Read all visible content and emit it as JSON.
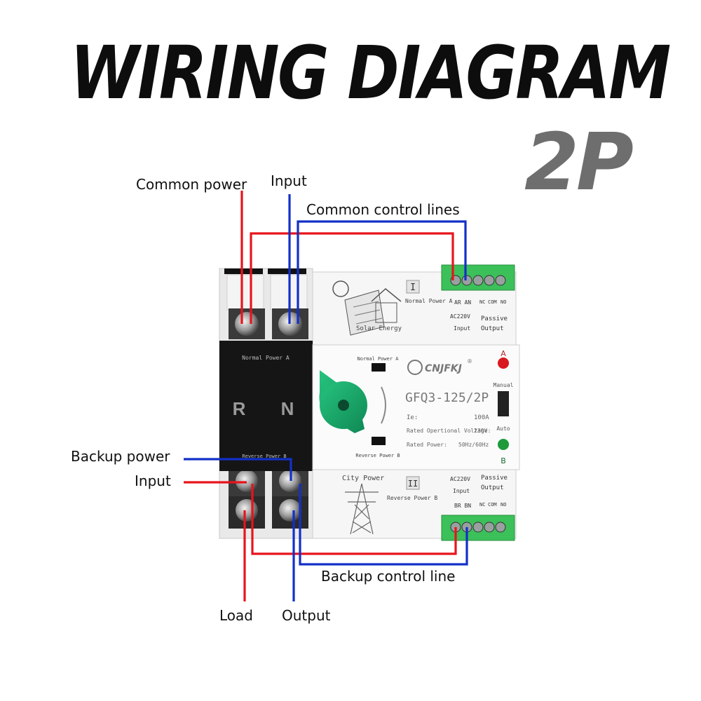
{
  "title": "WIRING DIAGRAM",
  "subtitle": "2P",
  "labels": {
    "common_power": "Common power",
    "input_top": "Input",
    "common_control_lines": "Common control lines",
    "backup_power": "Backup power",
    "input_bottom": "Input",
    "backup_control_line": "Backup control line",
    "load": "Load",
    "output": "Output"
  },
  "device": {
    "top_module": {
      "normal_power_a": "Normal Power A",
      "solar_energy": "Solar Energy",
      "roman": "I",
      "terminals": "AR AN",
      "passive": "Passive",
      "input_voltage": "AC220V",
      "input": "Input",
      "output": "Output",
      "nc": "NC",
      "com": "COM",
      "no": "NO"
    },
    "front_black": {
      "normal_power_a": "Normal Power A",
      "r": "R",
      "n": "N",
      "reverse_power_b": "Reverse Power B"
    },
    "front_white": {
      "normal_power_a": "Normal Power A",
      "reverse_power_b": "Reverse Power B",
      "brand": "CNJFKJ",
      "model": "GFQ3-125/2P",
      "ie_label": "Ie:",
      "ie_value": "100A",
      "rated_voltage_label": "Rated Opertional Voltage:",
      "rated_voltage_value": "230V",
      "rated_power_label": "Rated Power:",
      "rated_power_value": "50Hz/60Hz",
      "a": "A",
      "b": "B",
      "manual": "Manual",
      "auto": "Auto"
    },
    "bottom_module": {
      "city_power": "City Power",
      "roman": "II",
      "reverse_power_b": "Reverse Power B",
      "input_voltage": "AC220V",
      "passive": "Passive",
      "input": "Input",
      "output": "Output",
      "terminals": "BR BN",
      "nc": "NC",
      "com": "COM",
      "no": "NO"
    }
  },
  "colors": {
    "red_wire": "#e8141c",
    "blue_wire": "#1330c8",
    "switch_green": "#1aa86a",
    "terminal_green": "#3cc05a",
    "black_panel": "#151515",
    "led_red": "#d8191f",
    "led_green": "#1e9a3a"
  }
}
